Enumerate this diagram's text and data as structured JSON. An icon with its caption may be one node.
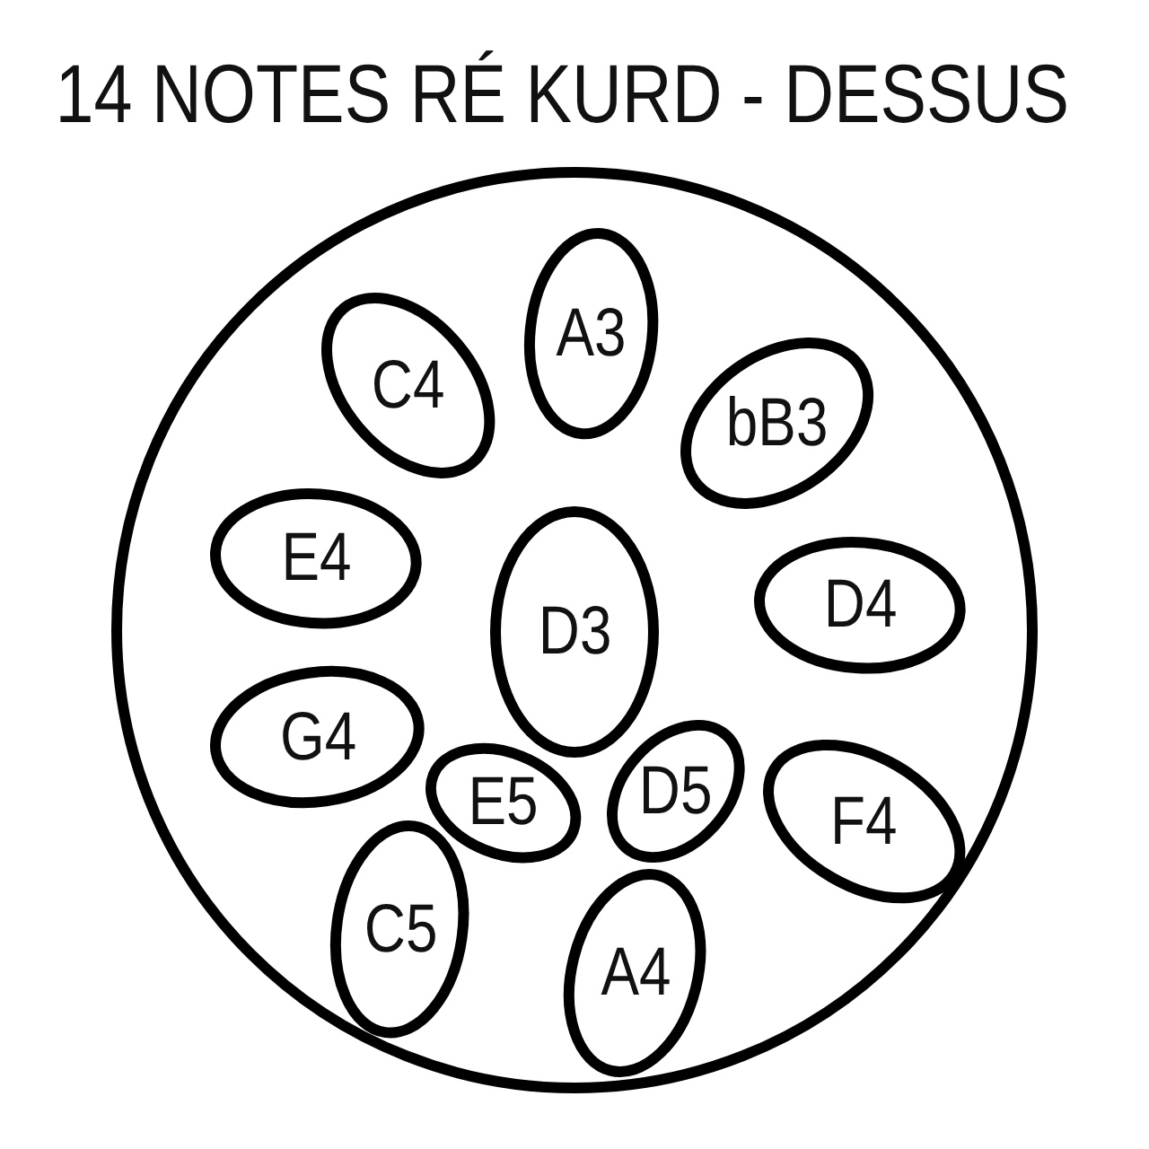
{
  "diagram": {
    "title": "14 NOTES RÉ KURD - DESSUS",
    "nodes": [
      {
        "text": [],
        "shape": "circle"
      },
      {
        "text": [
          "A3"
        ],
        "in": 0
      },
      {
        "text": [
          "C4"
        ],
        "in": 0
      },
      {
        "text": [
          "bB3"
        ],
        "in": 0
      },
      {
        "text": [
          "E4"
        ],
        "in": 0
      },
      {
        "text": [
          "D3"
        ],
        "in": 0
      },
      {
        "text": [
          "D4"
        ],
        "in": 0
      },
      {
        "text": [
          "G4"
        ],
        "in": 0
      },
      {
        "text": [
          "E5"
        ],
        "in": 0
      },
      {
        "text": [
          "D5"
        ],
        "in": 0
      },
      {
        "text": [
          "F4"
        ],
        "in": 0
      },
      {
        "text": [
          "C5"
        ],
        "in": 0
      },
      {
        "text": [
          "A4"
        ],
        "in": 0
      }
    ]
  }
}
